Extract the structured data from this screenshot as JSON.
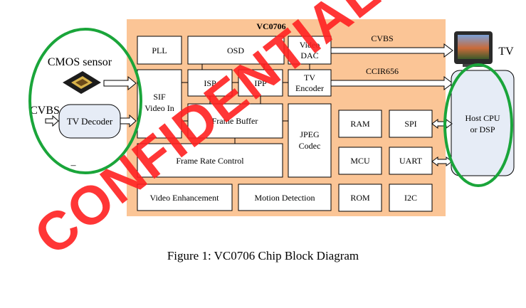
{
  "chip": {
    "name": "VC0706",
    "blocks": {
      "pll": "PLL",
      "osd": "OSD",
      "video_dac_line1": "Video",
      "video_dac_line2": "DAC",
      "isp": "ISP",
      "ipp": "IPP",
      "tv_encoder_line1": "TV",
      "tv_encoder_line2": "Encoder",
      "sif_line1": "SIF",
      "sif_line2": "Video In",
      "frame_buffer": "Frame Buffer",
      "jpeg_line1": "JPEG",
      "jpeg_line2": "Codec",
      "frame_rate_control": "Frame Rate Control",
      "video_enhancement": "Video Enhancement",
      "motion_detection": "Motion Detection",
      "ram": "RAM",
      "spi": "SPI",
      "mcu": "MCU",
      "uart": "UART",
      "rom": "ROM",
      "i2c": "I2C"
    }
  },
  "external": {
    "cmos_sensor": "CMOS sensor",
    "cvbs_in": "CVBS",
    "tv_decoder": "TV Decoder",
    "cvbs_out": "CVBS",
    "ccir656": "CCIR656",
    "tv": "TV",
    "host_line1": "Host CPU",
    "host_line2": "or DSP",
    "dash": "–"
  },
  "watermark": "CONFIDENTIAL",
  "caption": "Figure 1:  VC0706 Chip Block Diagram",
  "colors": {
    "chip_bg": "#fbc596",
    "block_bg": "#ffffff",
    "host_bg": "#e6ecf6",
    "highlight_ring": "#1aa53a",
    "watermark": "#ff2020"
  }
}
